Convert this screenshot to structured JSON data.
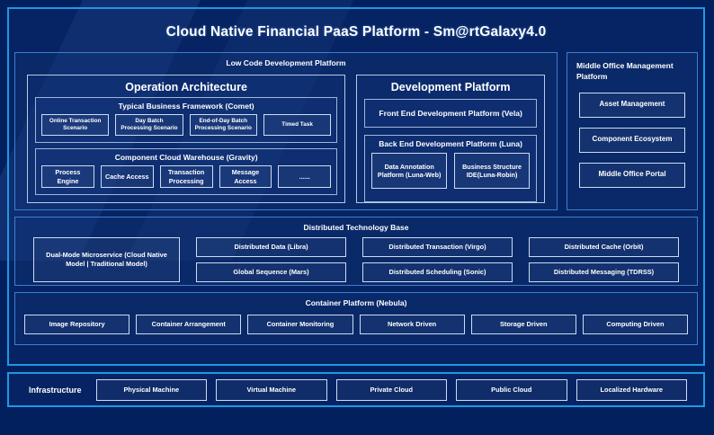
{
  "title": "Cloud Native Financial PaaS Platform - Sm@rtGalaxy4.0",
  "low_code": {
    "title": "Low Code Development Platform",
    "operation_architecture": {
      "title": "Operation Architecture",
      "typical_business": {
        "title": "Typical Business Framework (Comet)",
        "items": [
          "Online Transaction Scenario",
          "Day Batch Processing Scenario",
          "End-of-Day Batch Processing Scenario",
          "Timed Task"
        ]
      },
      "component_cloud": {
        "title": "Component Cloud Warehouse (Gravity)",
        "items": [
          "Process Engine",
          "Cache Access",
          "Transaction Processing",
          "Message Access",
          "......"
        ]
      }
    },
    "development_platform": {
      "title": "Development Platform",
      "front_end": "Front End Development Platform (Vela)",
      "back_end": {
        "title": "Back End Development Platform (Luna)",
        "items": [
          "Data Annotation Platform (Luna-Web)",
          "Business Structure IDE(Luna-Robin)"
        ]
      }
    }
  },
  "middle_office": {
    "title": "Middle Office Management Platform",
    "items": [
      "Asset Management",
      "Component Ecosystem",
      "Middle Office Portal"
    ]
  },
  "distributed": {
    "title": "Distributed Technology Base",
    "dual_mode": "Dual-Mode Microservice (Cloud Native Model | Traditional Model)",
    "row1": [
      "Distributed Data (Libra)",
      "Distributed Transaction (Virgo)",
      "Distributed Cache (Orbit)"
    ],
    "row2": [
      "Global Sequence (Mars)",
      "Distributed Scheduling (Sonic)",
      "Distributed Messaging (TDRSS)"
    ]
  },
  "container_platform": {
    "title": "Container Platform (Nebula)",
    "items": [
      "Image Repository",
      "Container Arrangement",
      "Container Monitoring",
      "Network Driven",
      "Storage Driven",
      "Computing Driven"
    ]
  },
  "infrastructure": {
    "title": "Infrastructure",
    "items": [
      "Physical Machine",
      "Virtual Machine",
      "Private Cloud",
      "Public Cloud",
      "Localized Hardware"
    ]
  },
  "colors": {
    "background": "#03205e",
    "outer_border": "#2097e3",
    "section_border": "#3d7ed2",
    "subbox_border": "#9fb6d8",
    "leaf_border": "#cddcf0",
    "text": "#ffffff"
  }
}
